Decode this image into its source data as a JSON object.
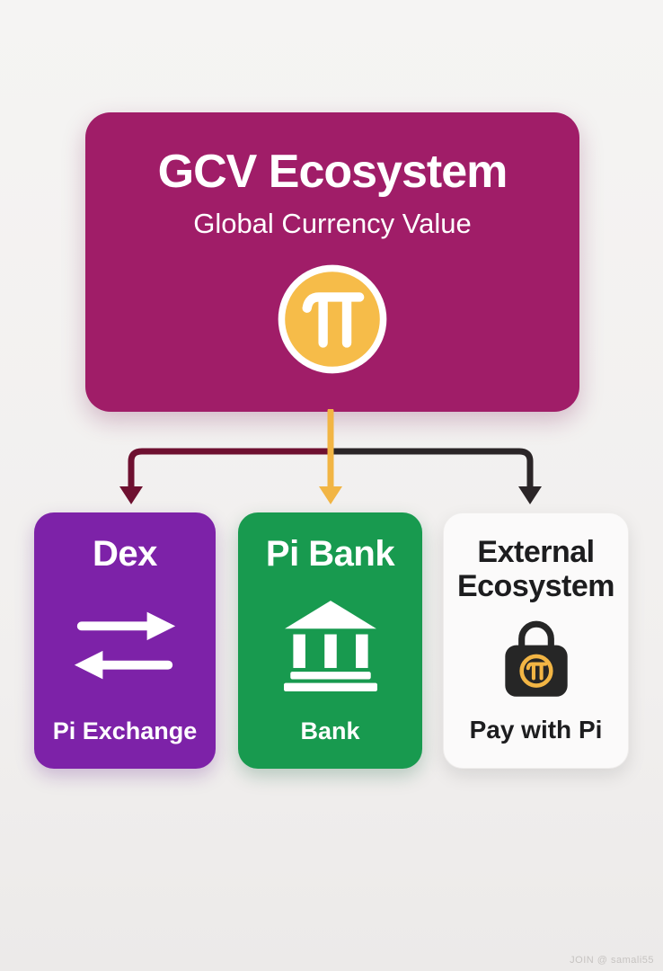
{
  "background": "#f3f1f0",
  "root_node": {
    "title": "GCV Ecosystem",
    "subtitle": "Global Currency Value",
    "color": "#a01d68",
    "coin_color": "#f6bc49"
  },
  "connectors": {
    "left_color": "#6e1030",
    "middle_color": "#f2b544",
    "right_color": "#2b2527"
  },
  "nodes": [
    {
      "title": "Dex",
      "caption": "Pi Exchange",
      "color": "#7d22a8",
      "text_color": "#ffffff"
    },
    {
      "title": "Pi Bank",
      "caption": "Bank",
      "color": "#189a4f",
      "text_color": "#ffffff"
    },
    {
      "title": "External Ecosystem",
      "caption": "Pay with Pi",
      "color": "#fbfafa",
      "text_color": "#1d1d1f"
    }
  ],
  "watermark": "JOIN @ samali55"
}
